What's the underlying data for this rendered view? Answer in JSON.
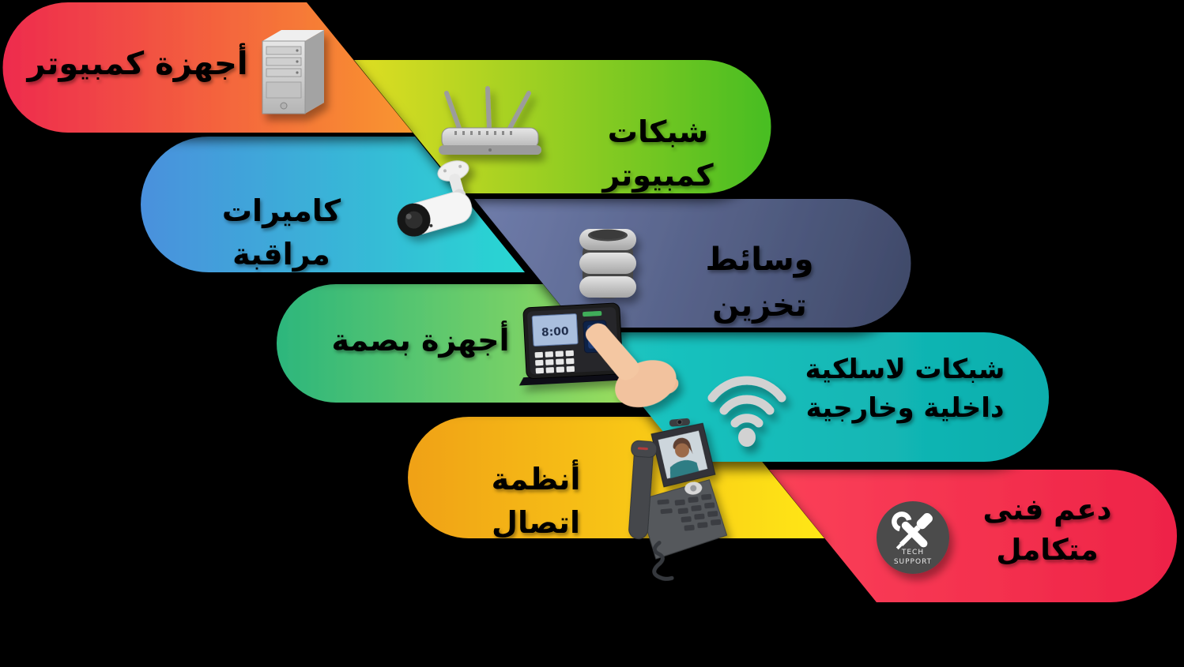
{
  "background_color": "#000000",
  "text_color": "#000000",
  "bands": [
    {
      "label": "أجهزة كمبيوتر",
      "icon": "computer-tower-icon",
      "colors": {
        "from": "#ee2a4e",
        "to": "#f9982e"
      }
    },
    {
      "label": "شبكات كمبيوتر",
      "icon": "wifi-router-icon",
      "colors": {
        "from": "#e2de20",
        "to": "#46bd20"
      }
    },
    {
      "label": "كاميرات مراقبة",
      "icon": "cctv-camera-icon",
      "colors": {
        "from": "#4a8fdd",
        "to": "#28d8d2"
      }
    },
    {
      "label": "وسائط تخزين",
      "icon": "storage-drives-icon",
      "colors": {
        "from": "#6e7ba9",
        "to": "#3d4766"
      }
    },
    {
      "label": "أجهزة بصمة",
      "icon": "fingerprint-device-icon",
      "colors": {
        "from": "#2cb67c",
        "to": "#9fdf5b"
      }
    },
    {
      "label": "شبكات لاسلكية\nداخلية وخارجية",
      "icon": "wifi-signal-icon",
      "colors": {
        "from": "#1cc6c2",
        "to": "#0daead"
      }
    },
    {
      "label": "أنظمة اتصال",
      "icon": "ip-phone-icon",
      "colors": {
        "from": "#f0a116",
        "to": "#ffe816"
      }
    },
    {
      "label": "دعم فنى\nمتكامل",
      "icon": "tech-support-badge-icon",
      "colors": {
        "from": "#fb4158",
        "to": "#ee2347"
      }
    }
  ],
  "tech_support_badge": {
    "text": "TECH\nSUPPORT"
  },
  "fingerprint_screen": {
    "time": "8:00"
  }
}
